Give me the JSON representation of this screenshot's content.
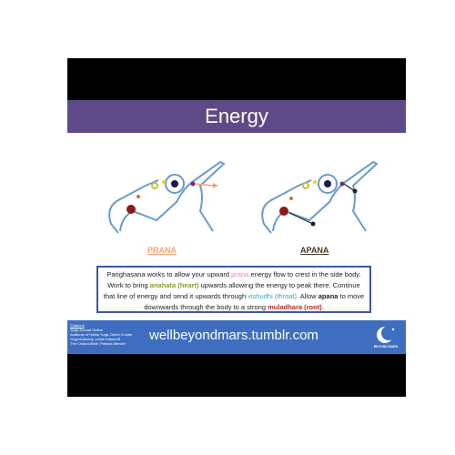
{
  "slide": {
    "title": "Energy",
    "labels": {
      "prana": "PRANA",
      "apana": "APANA"
    },
    "description": {
      "p1": "Parighasana works to allow your upward ",
      "prana": "prana",
      "p2": " energy flow to crest in the side body. Work to bring ",
      "anahata": "anahata (heart)",
      "p3": " upwards allowing the energy to peak there. Continue that line of energy and send it upwards through ",
      "vishuddhi": "vishudhi (throat)",
      "p4": ". Allow ",
      "apana": "apana",
      "p5": " to move downwards through the body to a strong ",
      "muladhara": "muladhara (root)",
      "p6": "."
    },
    "footer": {
      "citations_heading": "Citations",
      "citations": [
        "Yoga Journal Online",
        "Anatomy of Hatha Yoga, David Coulter",
        "Yoga Anatomy, Leslie Kaminoff",
        "The Chakra Bible, Patricia Mercier"
      ],
      "site": "wellbeyondmars.tumblr.com",
      "logo_text": "BEYOND MARS"
    },
    "colors": {
      "title_band": "#5e4a86",
      "footer": "#3f6ec0",
      "prana": "#f4a56b",
      "apana_dot": "#222222"
    }
  }
}
